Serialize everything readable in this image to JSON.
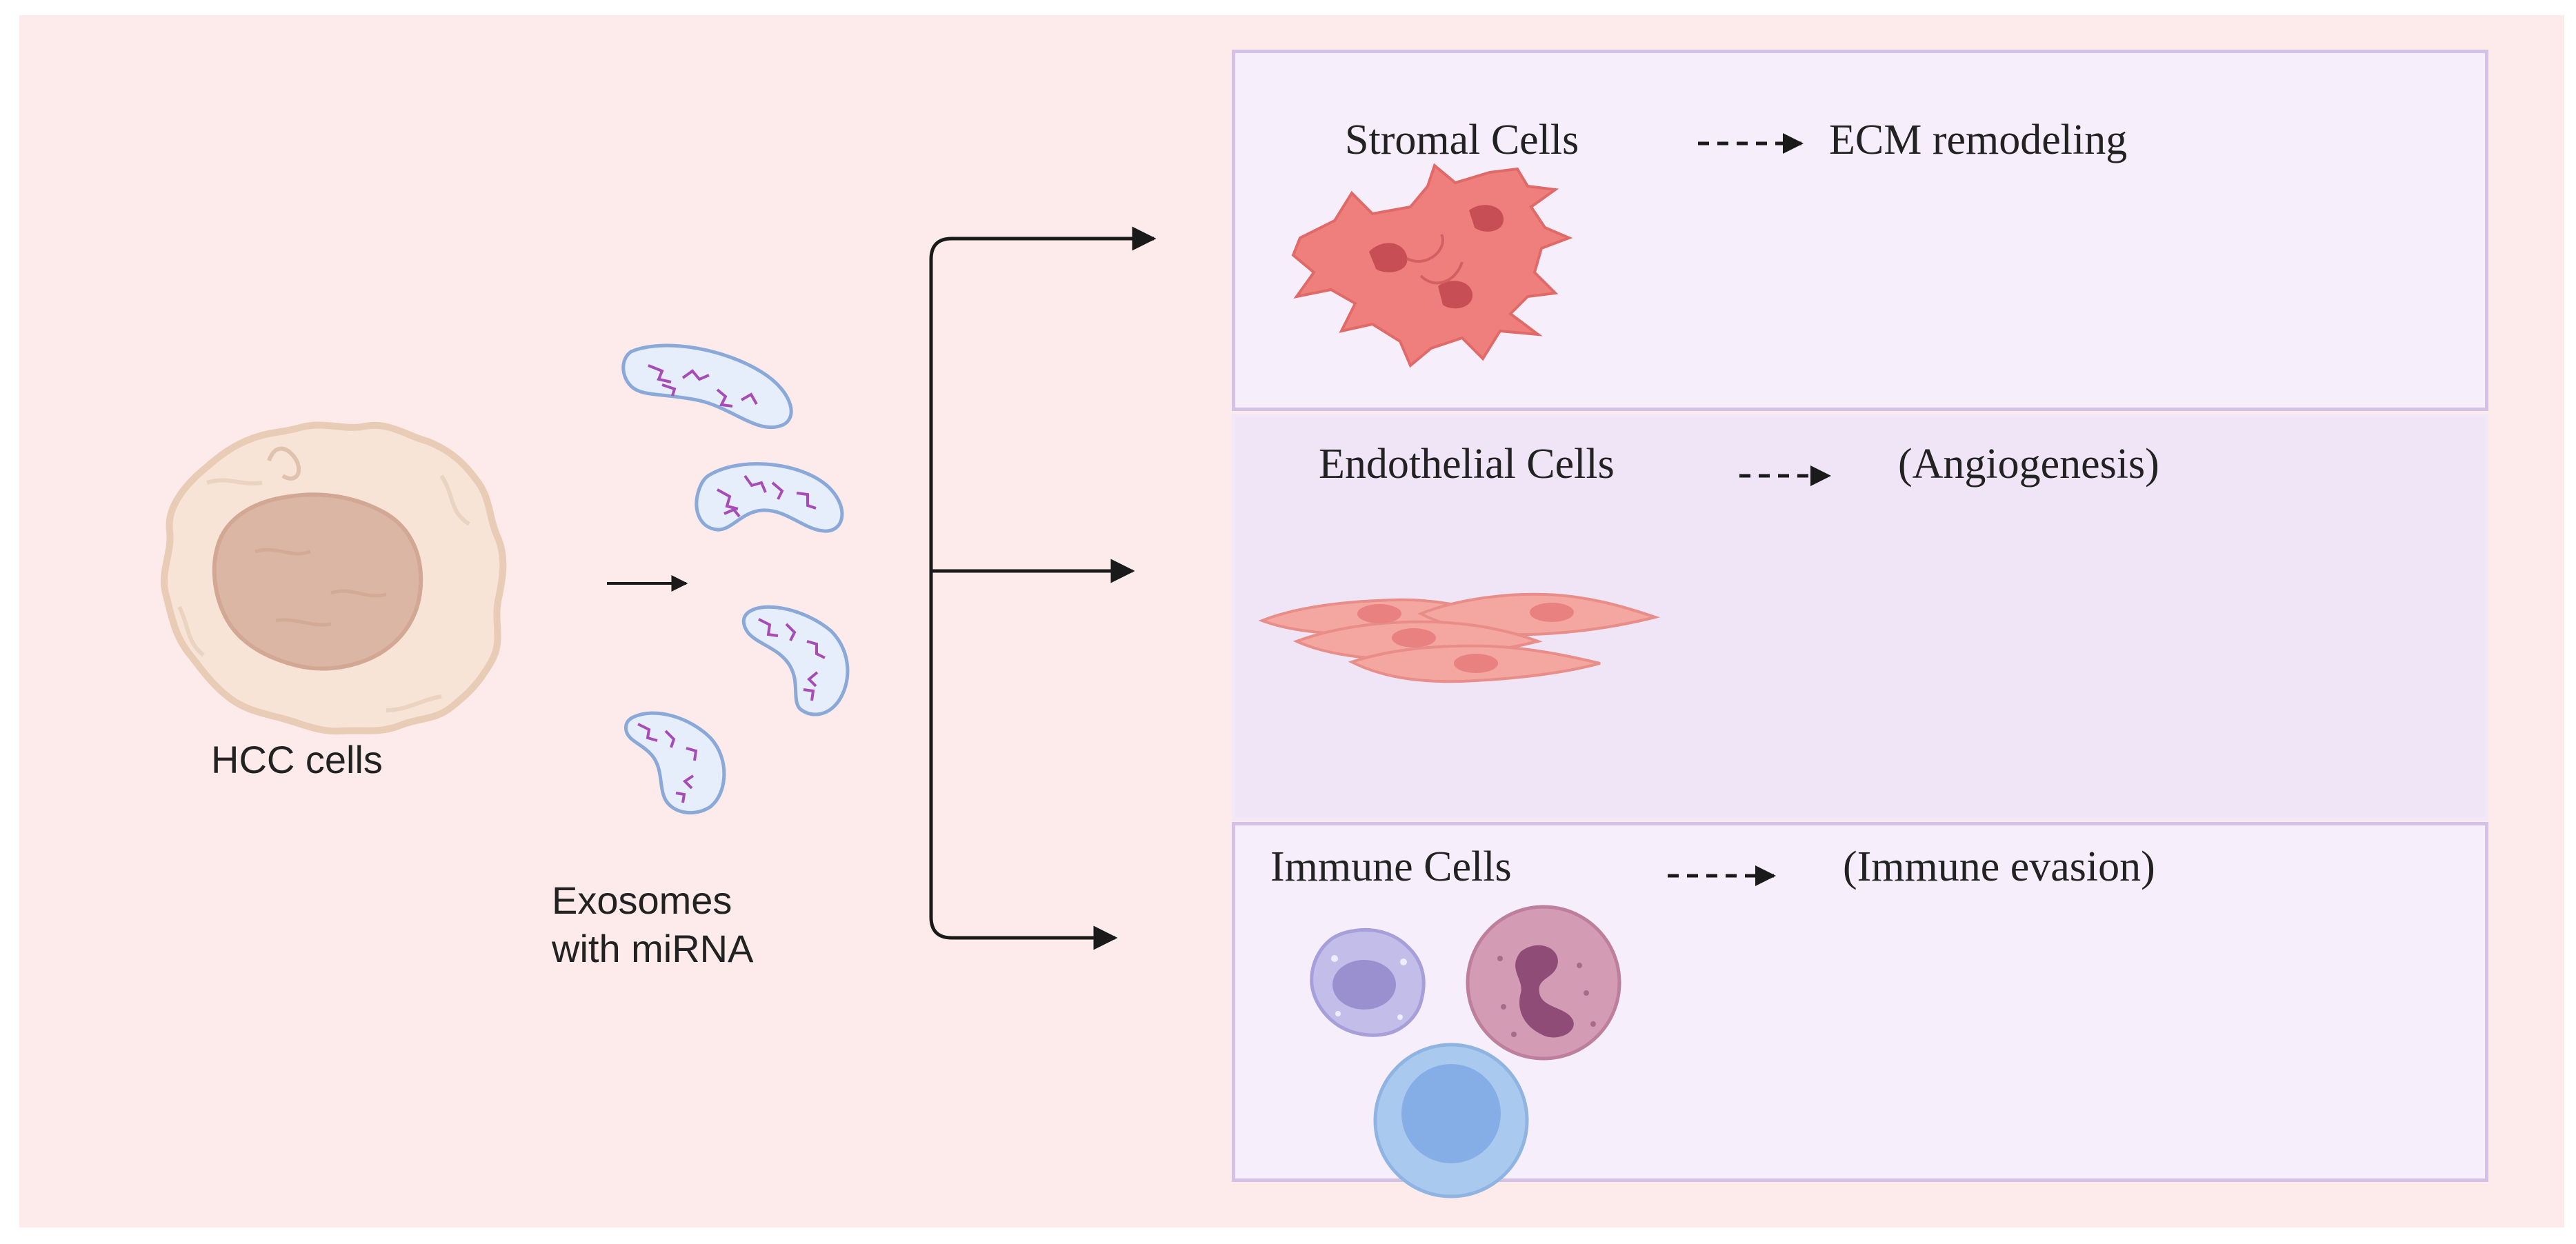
{
  "source": {
    "cell_label": "HCC cells",
    "exosome_label_line1": "Exosomes",
    "exosome_label_line2": "with miRNA"
  },
  "targets": [
    {
      "cell_label": "Stromal Cells",
      "effect_label": "ECM remodeling"
    },
    {
      "cell_label": "Endothelial Cells",
      "effect_label": "(Angiogenesis)"
    },
    {
      "cell_label": "Immune Cells",
      "effect_label": "(Immune evasion)"
    }
  ],
  "colors": {
    "background": "#fcebea",
    "panel_fill_light": "#f6eefa",
    "panel_fill_dark": "#efe5f6",
    "panel_border": "#d3c2e6",
    "arrow": "#1a1a1a",
    "hcc_cell": "#f7e4d6",
    "hcc_nucleus": "#dcb6a4",
    "exosome_fill": "#e6eefb",
    "exosome_border": "#8aa8d8",
    "mirna": "#a64bb8",
    "stromal": "#ee7f7c",
    "endothelial": "#f4a6a0",
    "immune_monocyte": "#c3bde9",
    "immune_granulocyte": "#d49bb4",
    "immune_lymphocyte": "#a9c9ef"
  }
}
